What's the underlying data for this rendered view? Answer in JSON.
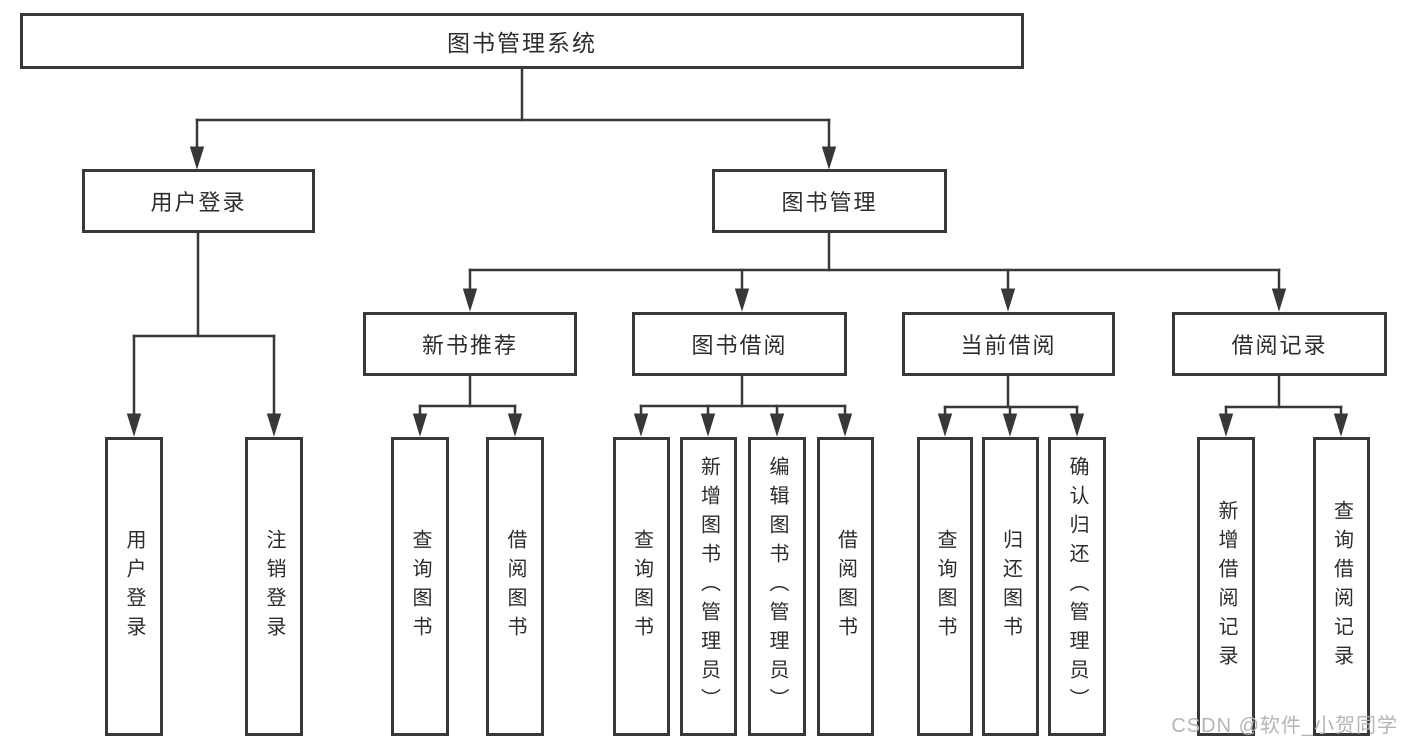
{
  "tree": {
    "root": {
      "label": "图书管理系统",
      "children": [
        {
          "label": "用户登录",
          "children": [
            {
              "label": "用户登录"
            },
            {
              "label": "注销登录"
            }
          ]
        },
        {
          "label": "图书管理",
          "children": [
            {
              "label": "新书推荐",
              "children": [
                {
                  "label": "查询图书"
                },
                {
                  "label": "借阅图书"
                }
              ]
            },
            {
              "label": "图书借阅",
              "children": [
                {
                  "label": "查询图书"
                },
                {
                  "label": "新增图书（管理员）"
                },
                {
                  "label": "编辑图书（管理员）"
                },
                {
                  "label": "借阅图书"
                }
              ]
            },
            {
              "label": "当前借阅",
              "children": [
                {
                  "label": "查询图书"
                },
                {
                  "label": "归还图书"
                },
                {
                  "label": "确认归还（管理员）"
                }
              ]
            },
            {
              "label": "借阅记录",
              "children": [
                {
                  "label": "新增借阅记录"
                },
                {
                  "label": "查询借阅记录"
                }
              ]
            }
          ]
        }
      ]
    }
  },
  "watermark": {
    "text": "CSDN @软件_小贺同学"
  },
  "colors": {
    "line": "#383838",
    "text": "#2d2d2d",
    "background": "#ffffff",
    "watermark": "#b5b5b5"
  }
}
